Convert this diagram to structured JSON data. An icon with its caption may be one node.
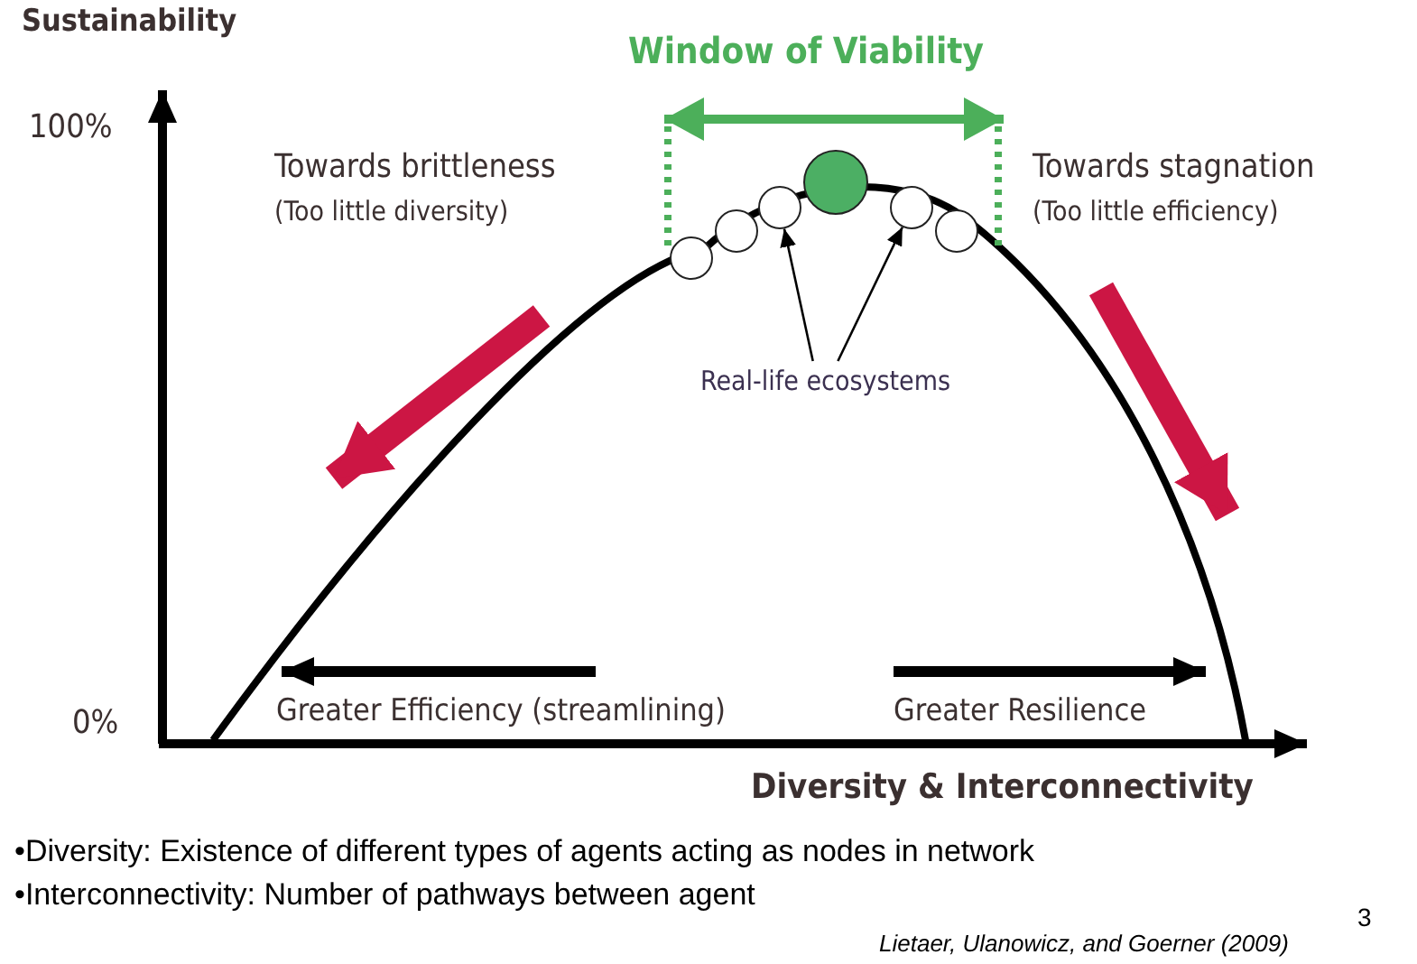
{
  "diagram": {
    "nodes": [
      {
        "text": [
          "Real-life ecosystems"
        ]
      },
      {
        "text": [],
        "shape": "circle"
      },
      {
        "text": [],
        "shape": "circle"
      },
      {
        "text": [],
        "shape": "circle"
      },
      {
        "text": [],
        "shape": "circle"
      },
      {
        "text": [],
        "shape": "circle"
      },
      {
        "text": [],
        "shape": "circle"
      }
    ],
    "edges": [
      {
        "from": 0,
        "to": 3,
        "arrow": "to"
      },
      {
        "from": 0,
        "to": 5,
        "arrow": "to"
      }
    ],
    "labels": [
      "Sustainability",
      "Window of Viability",
      "100%",
      "Towards brittleness",
      "(Too little diversity)",
      "Towards stagnation",
      "(Too little efficiency)",
      "0%",
      "Greater Efficiency (streamlining)",
      "Greater Resilience",
      "Diversity & Interconnectivity",
      "•Diversity: Existence of different types of agents acting as nodes in network",
      "•Interconnectivity: Number of pathways between agent",
      "3",
      "Lietaer, Ulanowicz, and  Goerner (2009)"
    ]
  }
}
